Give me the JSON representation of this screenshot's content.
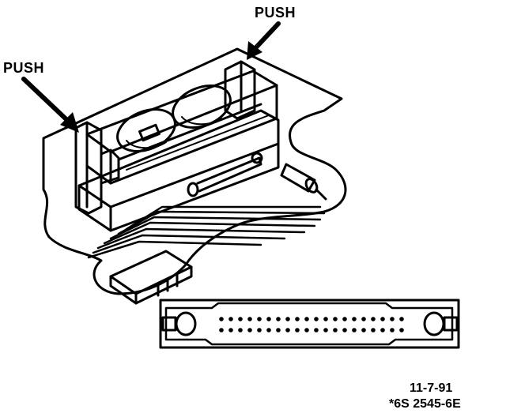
{
  "labels": {
    "push_left": "PUSH",
    "push_top": "PUSH",
    "date_code": "11-7-91",
    "part_code": "*6S 2545-6E"
  },
  "colors": {
    "ink": "#000000",
    "paper": "#ffffff"
  }
}
